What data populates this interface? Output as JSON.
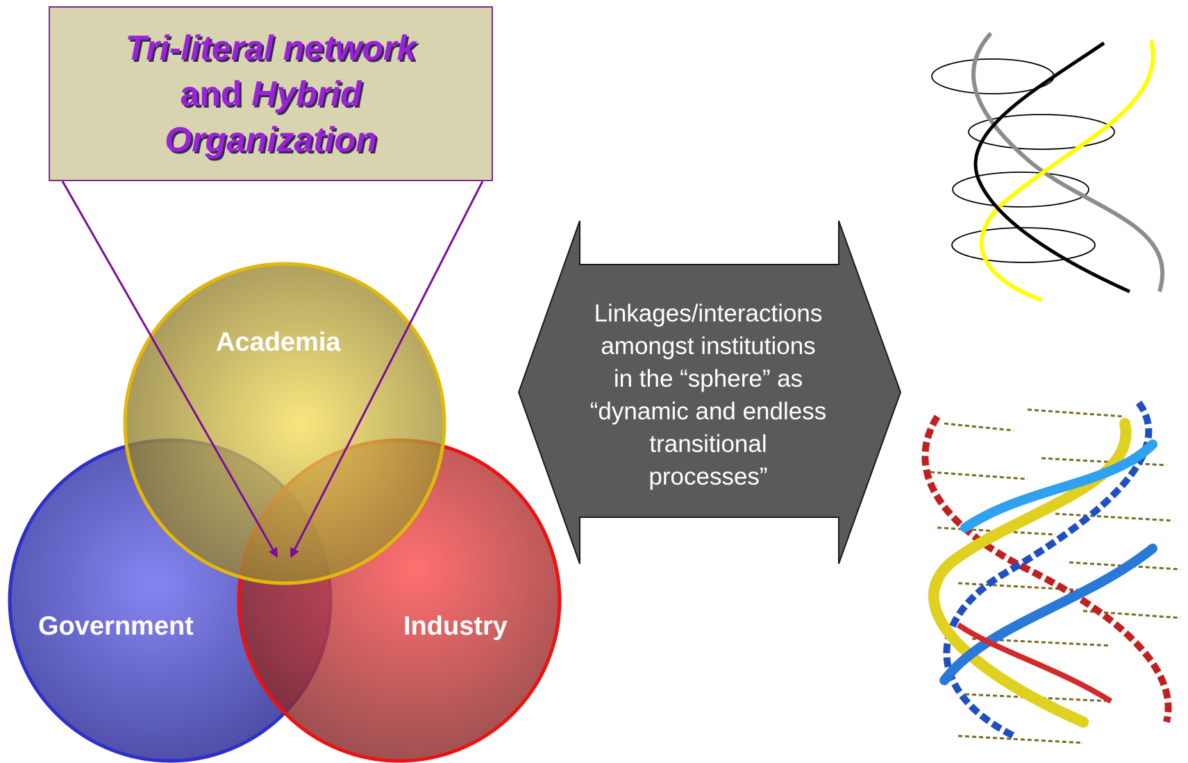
{
  "title": {
    "line1": "Tri-literal network",
    "line2_plain": "and ",
    "line2_italic": "Hybrid",
    "line3": "Organization"
  },
  "venn": {
    "academia": "Academia",
    "government": "Government",
    "industry": "Industry",
    "colors": {
      "academia_fill": "#e8d24a",
      "academia_stroke": "#e2b80a",
      "government_fill": "#6666dd",
      "government_stroke": "#2f2fcc",
      "industry_fill": "#ff4a4a",
      "industry_stroke": "#ee1111",
      "pointer": "#7a0d9c"
    }
  },
  "arrow": {
    "lines": [
      "Linkages/interactions",
      "amongst institutions",
      "in the “sphere” as",
      "“dynamic and endless",
      "transitional",
      "processes”"
    ],
    "fill": "#5a5a5a"
  },
  "images": {
    "helix_sketch": "helix-sketch",
    "dna_model": "dna-molecule-model"
  }
}
